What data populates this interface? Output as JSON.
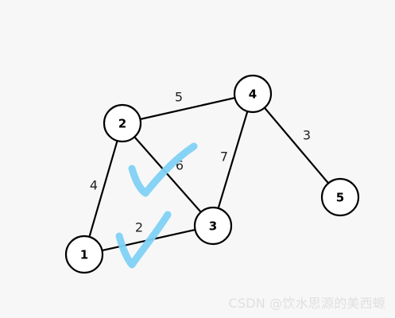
{
  "colors": {
    "background": "#f7f7f8",
    "stroke": "#000000",
    "node_fill": "#ffffff",
    "check_mark": "#7fd1f6",
    "watermark": "#e0e0e0"
  },
  "graph": {
    "nodes": [
      {
        "id": "1",
        "label": "1"
      },
      {
        "id": "2",
        "label": "2"
      },
      {
        "id": "3",
        "label": "3"
      },
      {
        "id": "4",
        "label": "4"
      },
      {
        "id": "5",
        "label": "5"
      }
    ],
    "edges": [
      {
        "from": "2",
        "to": "4",
        "weight": "5"
      },
      {
        "from": "4",
        "to": "5",
        "weight": "3"
      },
      {
        "from": "4",
        "to": "3",
        "weight": "7"
      },
      {
        "from": "2",
        "to": "1",
        "weight": "4"
      },
      {
        "from": "2",
        "to": "3",
        "weight": "6"
      },
      {
        "from": "1",
        "to": "3",
        "weight": "2"
      }
    ]
  },
  "annotations": {
    "check_marks": [
      "check-mark",
      "check-mark"
    ]
  },
  "watermark": {
    "text": "CSDN @饮水思源的美西螈"
  }
}
